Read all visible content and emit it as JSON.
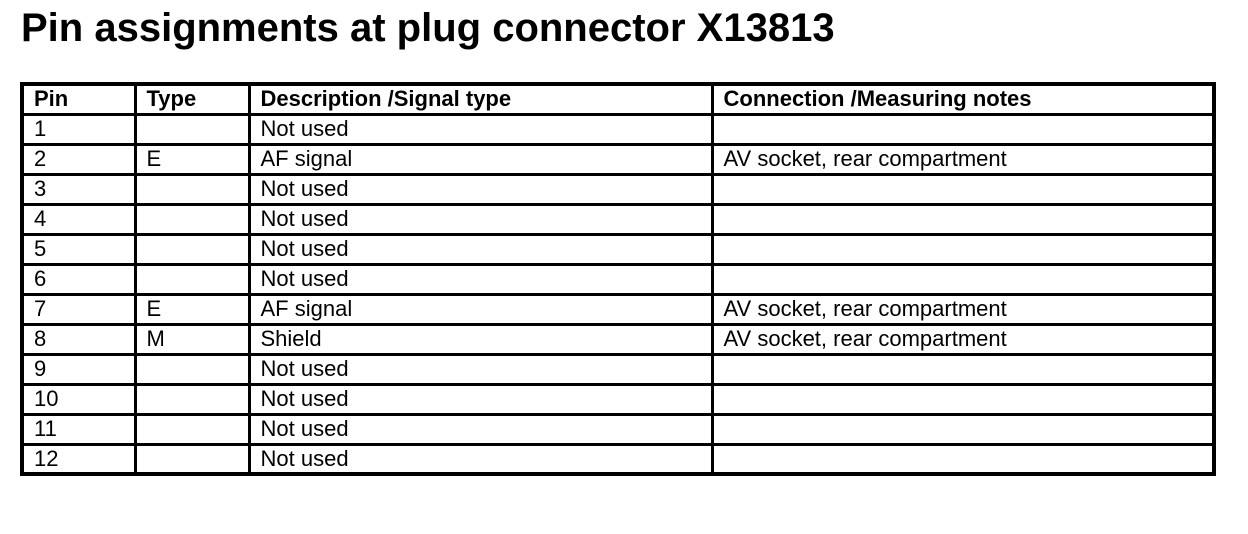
{
  "title": "Pin assignments at plug connector X13813",
  "table": {
    "headers": [
      "Pin",
      "Type",
      "Description /Signal type",
      "Connection /Measuring notes"
    ],
    "column_keys": [
      "pin",
      "type",
      "description",
      "connection"
    ],
    "rows": [
      {
        "pin": "1",
        "type": "",
        "description": "Not used",
        "connection": ""
      },
      {
        "pin": "2",
        "type": "E",
        "description": "AF signal",
        "connection": "AV socket, rear compartment"
      },
      {
        "pin": "3",
        "type": "",
        "description": "Not used",
        "connection": ""
      },
      {
        "pin": "4",
        "type": "",
        "description": "Not used",
        "connection": ""
      },
      {
        "pin": "5",
        "type": "",
        "description": "Not used",
        "connection": ""
      },
      {
        "pin": "6",
        "type": "",
        "description": "Not used",
        "connection": ""
      },
      {
        "pin": "7",
        "type": "E",
        "description": "AF signal",
        "connection": "AV socket, rear compartment"
      },
      {
        "pin": "8",
        "type": "M",
        "description": "Shield",
        "connection": "AV socket, rear compartment"
      },
      {
        "pin": "9",
        "type": "",
        "description": "Not used",
        "connection": ""
      },
      {
        "pin": "10",
        "type": "",
        "description": "Not used",
        "connection": ""
      },
      {
        "pin": "11",
        "type": "",
        "description": "Not used",
        "connection": ""
      },
      {
        "pin": "12",
        "type": "",
        "description": "Not used",
        "connection": ""
      }
    ]
  },
  "colors": {
    "background": "#ffffff",
    "text": "#000000",
    "border": "#000000"
  }
}
